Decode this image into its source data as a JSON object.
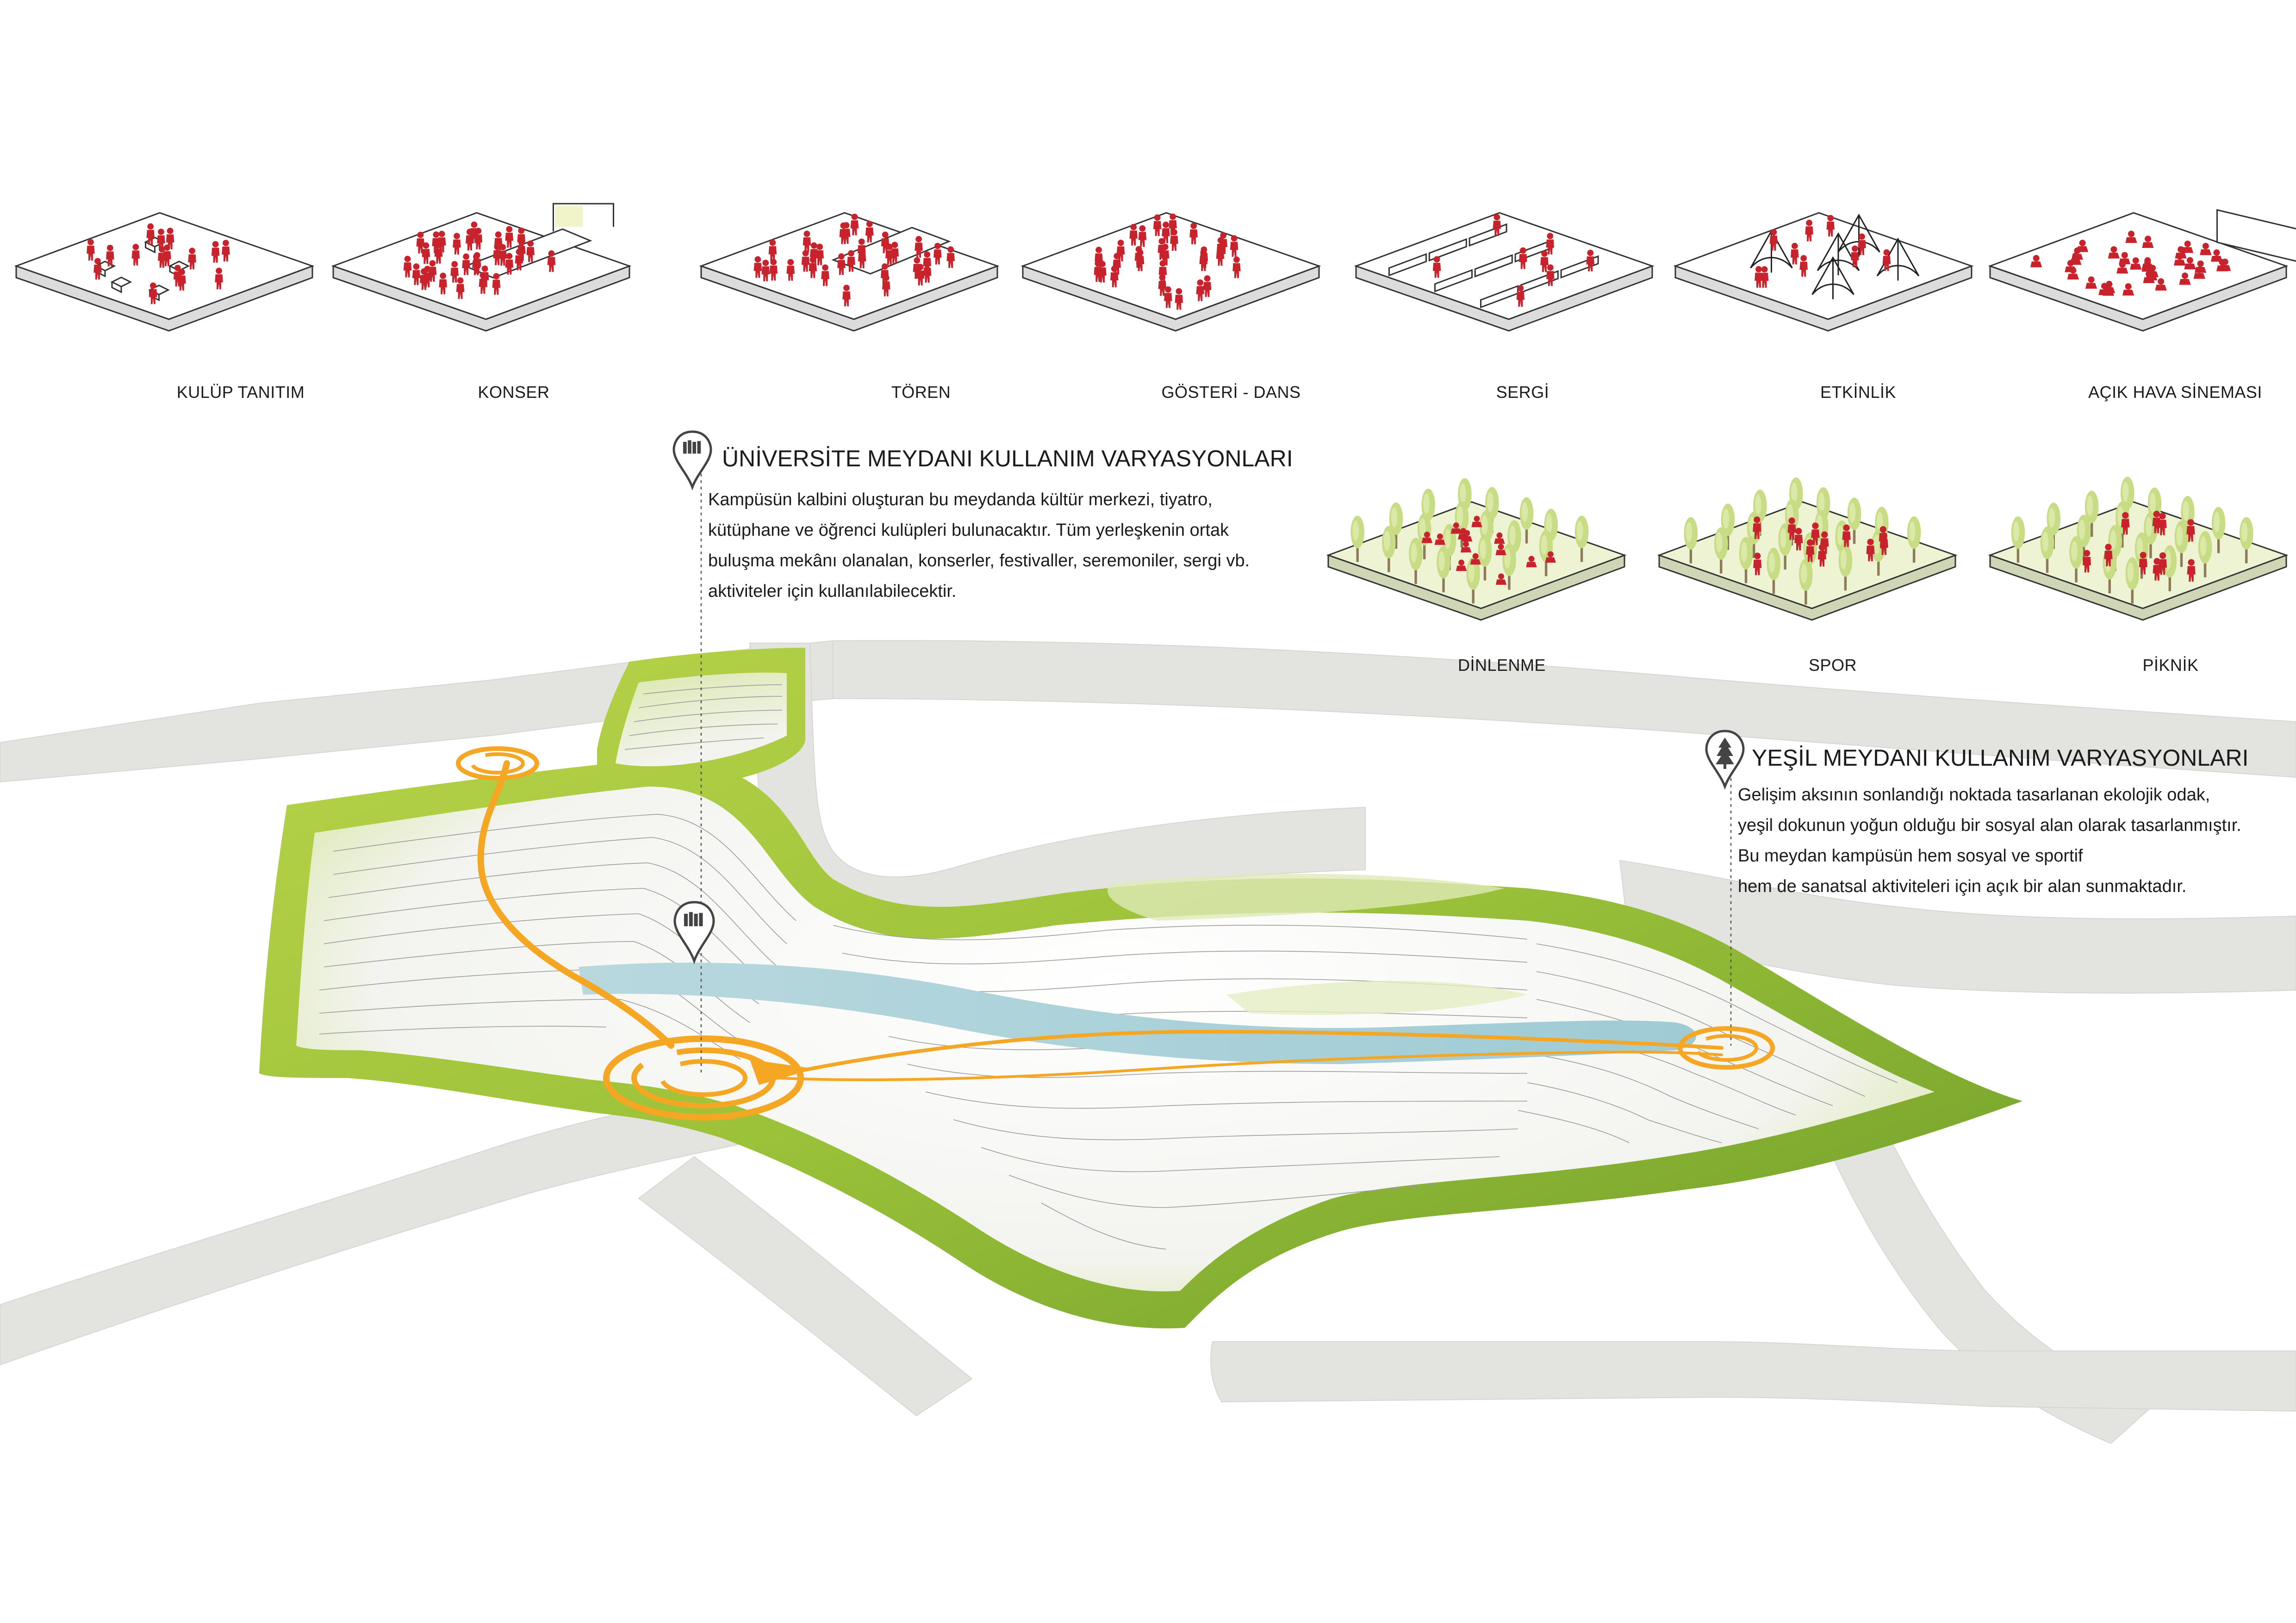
{
  "scenarios_top": [
    {
      "label": "KULÜP TANITIM",
      "variant": "club"
    },
    {
      "label": "KONSER",
      "variant": "concert"
    },
    {
      "label": "TÖREN",
      "variant": "ceremony"
    },
    {
      "label": "GÖSTERİ - DANS",
      "variant": "dance"
    },
    {
      "label": "SERGİ",
      "variant": "exhibition"
    },
    {
      "label": "ETKİNLİK",
      "variant": "event"
    },
    {
      "label": "AÇIK HAVA SİNEMASI",
      "variant": "cinema"
    }
  ],
  "scenarios_green": [
    {
      "label": "DİNLENME",
      "variant": "rest"
    },
    {
      "label": "SPOR",
      "variant": "sport"
    },
    {
      "label": "PİKNİK",
      "variant": "picnic"
    }
  ],
  "university_square": {
    "title": "ÜNİVERSİTE MEYDANI KULLANIM VARYASYONLARI",
    "icon": "crowd-pin-icon",
    "lines": [
      "Kampüsün kalbini oluşturan bu meydanda kültür merkezi, tiyatro,",
      "kütüphane ve öğrenci kulüpleri bulunacaktır. Tüm yerleşkenin ortak",
      "buluşma mekânı olanalan, konserler, festivaller, seremoniler, sergi vb.",
      "aktiviteler için kullanılabilecektir."
    ]
  },
  "green_square": {
    "title": "YEŞİL MEYDANI KULLANIM VARYASYONLARI",
    "icon": "tree-pin-icon",
    "lines": [
      "Gelişim aksının sonlandığı noktada tasarlanan ekolojik odak,",
      "yeşil dokunun yoğun olduğu bir sosyal alan olarak tasarlanmıştır.",
      "Bu meydan kampüsün hem sosyal ve sportif",
      "hem de sanatsal aktiviteleri için açık bir alan sunmaktadır."
    ]
  },
  "colors": {
    "figure_red": "#c8232c",
    "grass_green": "#a8c83a",
    "light_green": "#e9f0cf",
    "path_orange": "#f5a623",
    "water_blue": "#a9cfd8",
    "road_grey": "#e2e3df"
  }
}
